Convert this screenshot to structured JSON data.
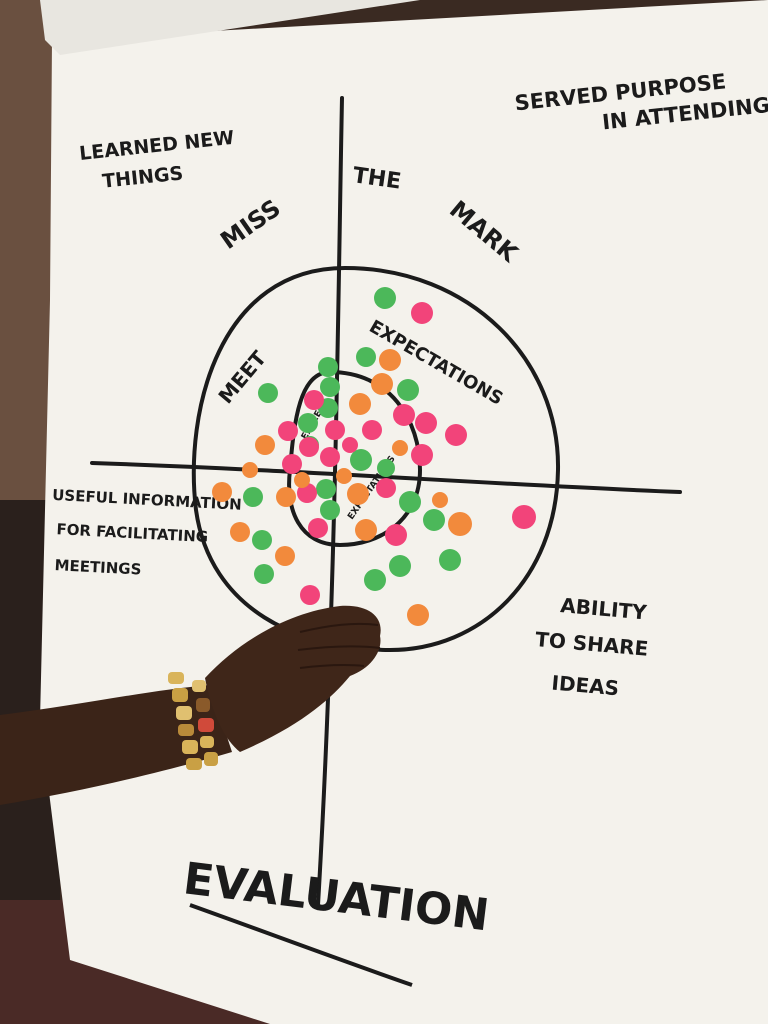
{
  "board": {
    "corner_top_left": [
      "LEARNED NEW",
      "THINGS"
    ],
    "corner_top_right": [
      "SERVED PURPOSE",
      "IN ATTENDING"
    ],
    "corner_left": [
      "USEFUL INFORMATION",
      "FOR FACILITATING",
      "MEETINGS"
    ],
    "corner_right": [
      "ABILITY",
      "TO SHARE",
      "IDEAS"
    ],
    "ring_outer_words": {
      "miss": "MISS",
      "the": "THE",
      "mark": "MARK"
    },
    "ring_middle_words": {
      "meet": "MEET",
      "expectations": "EXPECTATIONS"
    },
    "ring_inner_words": {
      "exceed": "EXCEED",
      "expectations": "EXPECTATIONS"
    },
    "title": "EVALUATION"
  },
  "sticker_colors": {
    "green": "#4cb85a",
    "pink": "#f2447a",
    "orange": "#f28a3c"
  },
  "sticker_counts": {
    "green": 21,
    "pink": 20,
    "orange": 17
  }
}
